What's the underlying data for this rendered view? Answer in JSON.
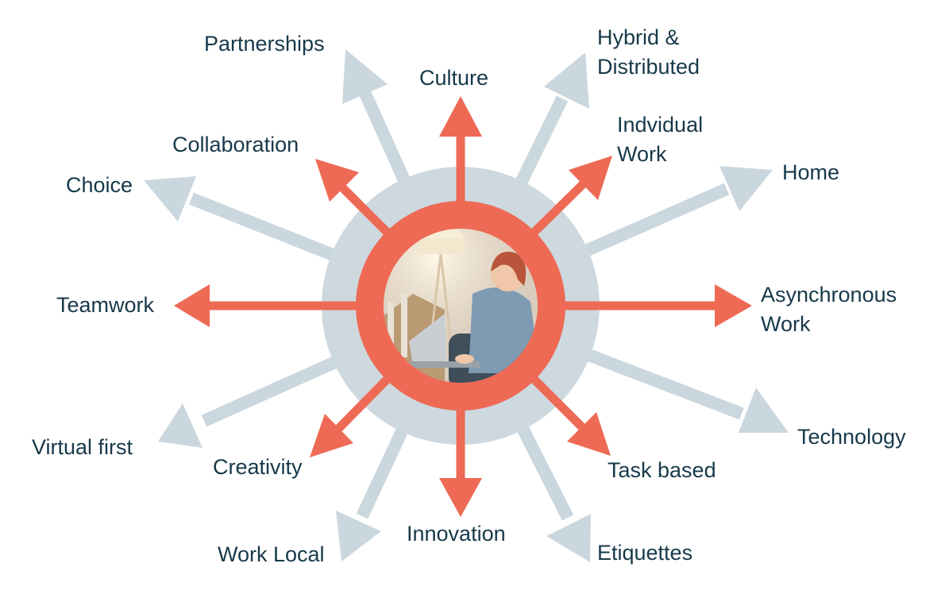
{
  "colors": {
    "outer_ring": "#cdd9df",
    "inner_ring": "#ee6a55",
    "primary_arrow": "#ee6a55",
    "secondary_arrow": "#cbd7de",
    "label_text": "#17394a"
  },
  "center": {
    "photo_description": "woman-working-on-laptop"
  },
  "labels": {
    "partnerships": "Partnerships",
    "culture": "Culture",
    "hybrid": "Hybrid &\nDistributed",
    "individual": "Indvidual\nWork",
    "home": "Home",
    "collaboration": "Collaboration",
    "choice": "Choice",
    "teamwork": "Teamwork",
    "asynchronous": "Asynchronous\nWork",
    "technology": "Technology",
    "virtual_first": "Virtual first",
    "creativity": "Creativity",
    "task_based": "Task based",
    "work_local": "Work Local",
    "innovation": "Innovation",
    "etiquettes": "Etiquettes"
  }
}
